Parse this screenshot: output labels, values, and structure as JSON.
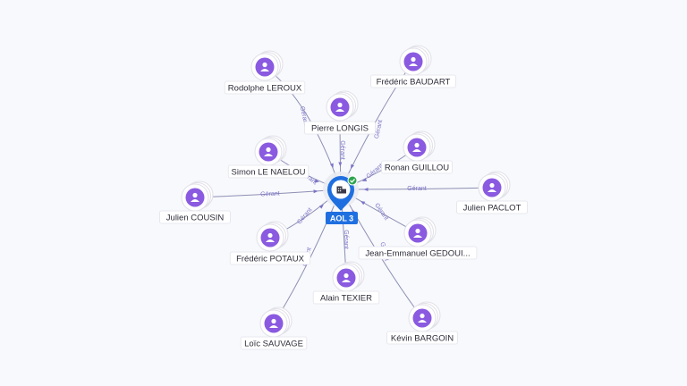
{
  "company": {
    "label": "AOL 3",
    "icon": "building-icon",
    "status_icon": "check-icon",
    "pin_color": "#1f6fe0",
    "status_color": "#2ea44f"
  },
  "relation_label": "Gérant",
  "person_color": "#8a5ae0",
  "people": [
    {
      "name": "Rodolphe LEROUX"
    },
    {
      "name": "Frédéric BAUDART"
    },
    {
      "name": "Pierre LONGIS"
    },
    {
      "name": "Simon LE NAELOU"
    },
    {
      "name": "Ronan GUILLOU"
    },
    {
      "name": "Julien COUSIN"
    },
    {
      "name": "Julien PACLOT"
    },
    {
      "name": "Frédéric POTAUX"
    },
    {
      "name": "Jean-Emmanuel GEDOUI..."
    },
    {
      "name": "Alain TEXIER"
    },
    {
      "name": "Loïc SAUVAGE"
    },
    {
      "name": "Kévin BARGOIN"
    }
  ]
}
